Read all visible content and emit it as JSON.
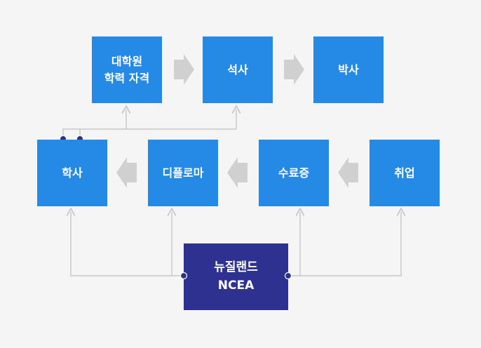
{
  "colors": {
    "background": "#f5f5f5",
    "box_blue": "#2589e6",
    "box_navy": "#2e3190",
    "arrow_fill": "#d0d0d0",
    "line": "#c8c8c8",
    "dot": "#2a3385"
  },
  "nodes": {
    "graduate": {
      "line1": "대학원",
      "line2": "학력 자격"
    },
    "masters": {
      "label": "석사"
    },
    "doctorate": {
      "label": "박사"
    },
    "bachelor": {
      "label": "학사"
    },
    "diploma": {
      "label": "디플로마"
    },
    "certificate": {
      "label": "수료증"
    },
    "employment": {
      "label": "취업"
    },
    "ncea": {
      "line1": "뉴질랜드",
      "line2": "NCEA"
    }
  }
}
